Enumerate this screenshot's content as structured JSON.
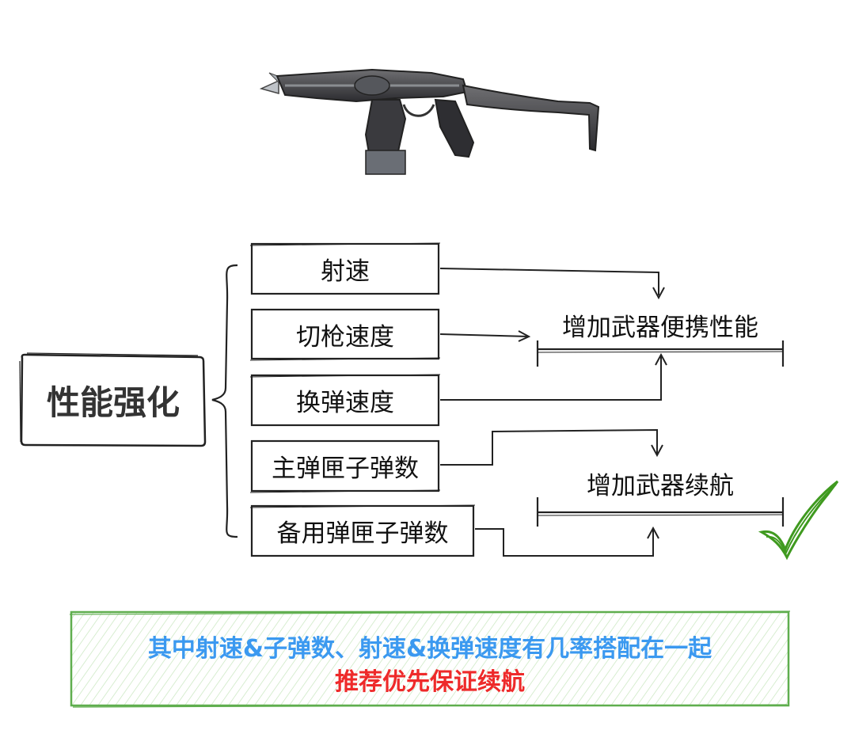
{
  "diagram": {
    "root": "性能强化",
    "attributes": [
      "射速",
      "切枪速度",
      "换弹速度",
      "主弹匣子弹数",
      "备用弹匣子弹数"
    ],
    "targets": [
      "增加武器便携性能",
      "增加武器续航"
    ]
  },
  "note": {
    "line1": "其中射速&子弹数、射速&换弹速度有几率搭配在一起",
    "line2": "推荐优先保证续航"
  },
  "colors": {
    "note_blue": "#3b99f0",
    "note_red": "#ee2a2a",
    "check_green": "#3f9a1f",
    "note_border": "#5fae4e"
  },
  "icons": [
    "rifle-image",
    "green-check-icon"
  ]
}
